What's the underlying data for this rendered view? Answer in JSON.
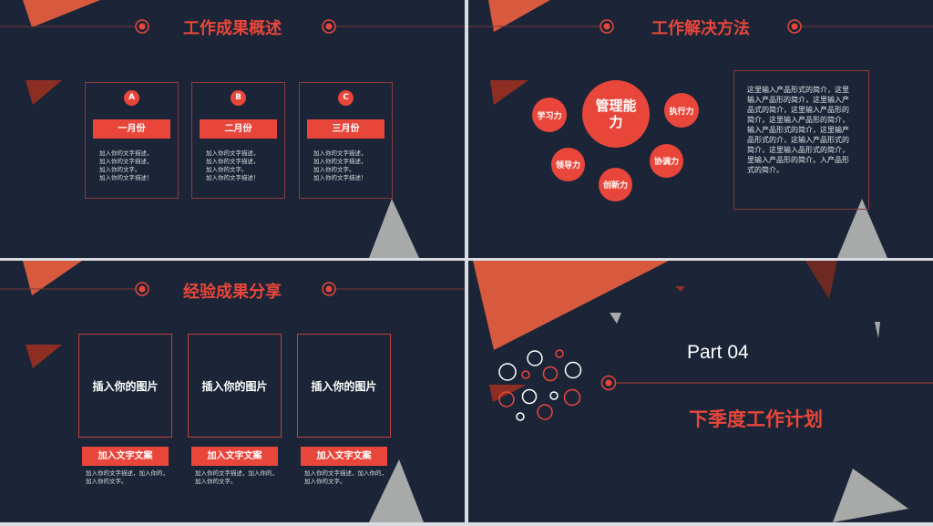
{
  "colors": {
    "background": "#1b2537",
    "accent": "#e8463a",
    "triangle_gray": "#a7aaa9"
  },
  "slide1": {
    "title": "工作成果概述",
    "cards": [
      {
        "badge": "A",
        "month": "一月份",
        "desc": "加入你的文字描述，\n加入你的文字描述，\n加入你的文字。\n加入你的文字描述！"
      },
      {
        "badge": "B",
        "month": "二月份",
        "desc": "加入你的文字描述，\n加入你的文字描述，\n加入你的文字。\n加入你的文字描述！"
      },
      {
        "badge": "C",
        "month": "三月份",
        "desc": "加入你的文字描述，\n加入你的文字描述，\n加入你的文字。\n加入你的文字描述！"
      }
    ]
  },
  "slide2": {
    "title": "工作解决方法",
    "center": "管理能力",
    "skills": [
      "学习力",
      "执行力",
      "领导力",
      "协调力",
      "创新力"
    ],
    "intro": "这里输入产品形式的简介，这里输入产品形的简介，这里输入产品式的简介，这里输入产品形的简介，这里输入产品形的简介，输入产品形式的简介，这里输产品形式的介，这输入产品形式的简介，这里输入品形式的简介，里输入产品形的简介。入产品形式的简介。"
  },
  "slide3": {
    "title": "经验成果分享",
    "items": [
      {
        "image": "插入你的图片",
        "label": "加入文字文案",
        "desc": "加入你的文字描述，加入你的，加入你的文字。"
      },
      {
        "image": "插入你的图片",
        "label": "加入文字文案",
        "desc": "加入你的文字描述，加入你的，加入你的文字。"
      },
      {
        "image": "插入你的图片",
        "label": "加入文字文案",
        "desc": "加入你的文字描述，加入你的，加入你的文字。"
      }
    ]
  },
  "slide4": {
    "part": "Part 04",
    "title": "下季度工作计划"
  }
}
